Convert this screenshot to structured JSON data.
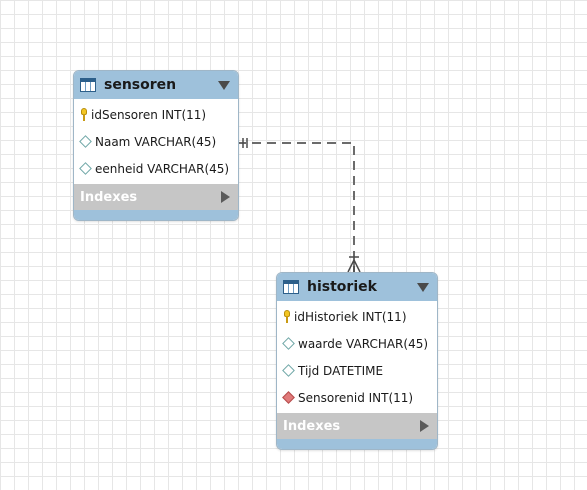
{
  "entities": {
    "sensoren": {
      "title": "sensoren",
      "columns": [
        {
          "text": "idSensoren INT(11)",
          "kind": "primary-key"
        },
        {
          "text": "Naam VARCHAR(45)",
          "kind": "column"
        },
        {
          "text": "eenheid VARCHAR(45)",
          "kind": "column"
        }
      ],
      "indexes_label": "Indexes"
    },
    "historiek": {
      "title": "historiek",
      "columns": [
        {
          "text": "idHistoriek INT(11)",
          "kind": "primary-key"
        },
        {
          "text": "waarde VARCHAR(45)",
          "kind": "column"
        },
        {
          "text": "Tijd DATETIME",
          "kind": "column"
        },
        {
          "text": "Sensorenid INT(11)",
          "kind": "foreign-key"
        }
      ],
      "indexes_label": "Indexes"
    }
  },
  "relationship": {
    "from": "sensoren",
    "to": "historiek",
    "from_cardinality": "one-and-only-one",
    "to_cardinality": "one-or-many",
    "line_style": "dashed"
  },
  "colors": {
    "header": "#9ec1db",
    "indexes_bar": "#c6c6c6",
    "connector": "#6b6b6b",
    "grid": "#e6e6e6"
  }
}
